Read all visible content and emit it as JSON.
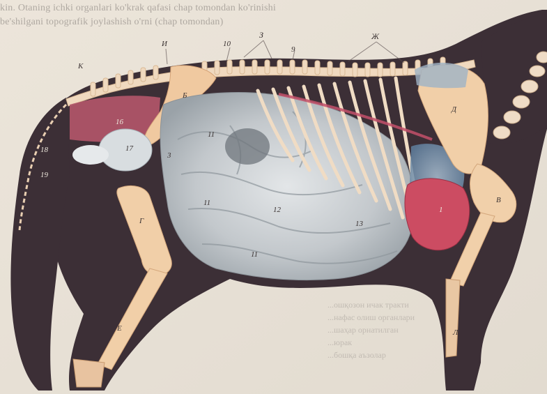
{
  "page_header": {
    "line1": "kin. Otaning ichki organlari ko'krak qafasi chap tomondan ko'rinishi",
    "line2": "be'shilgani topografik joylashish o'rni (chap tomondan)"
  },
  "figure_labels": {
    "k": "K",
    "i": "И",
    "n10": "10",
    "z": "З",
    "n9": "9",
    "zh": "Ж",
    "b": "Б",
    "d": "Д",
    "n16": "16",
    "n17": "17",
    "n18": "18",
    "n19": "19",
    "n11a": "11",
    "n11b": "11",
    "n11c": "11",
    "n12": "12",
    "n13": "13",
    "n1": "1",
    "v": "В",
    "g": "Г",
    "e": "Е",
    "l": "Л",
    "n3": "3"
  },
  "caption_lines": [
    "...ошқозон ичак тракти",
    "...нафас олиш органлари",
    "...шаҳар орнатилган",
    "...юрак",
    "...бошқа аъзолар"
  ],
  "colors": {
    "paper": "#e9e2d8",
    "animal_body": "#3c2f36",
    "bone": "#f0d2b4",
    "intestine": "#c9cdd0",
    "liver_muscle": "#b05260",
    "heart": "#c94a5e",
    "lung_blue": "#6f8fb0"
  }
}
